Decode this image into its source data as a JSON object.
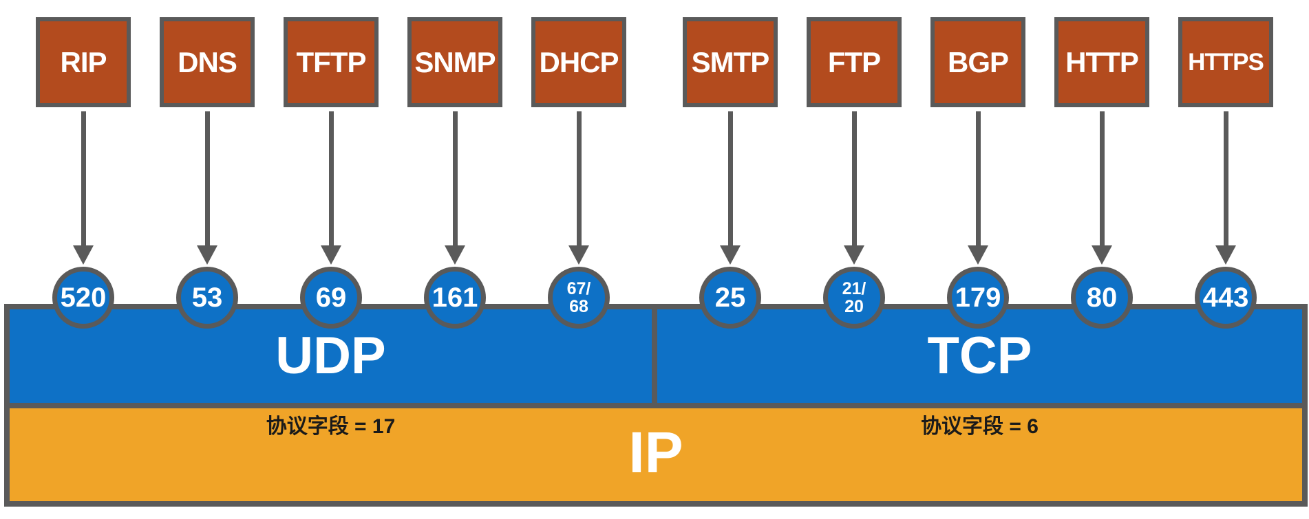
{
  "diagram": {
    "description": "Application protocols mapped to transport-layer ports over IP",
    "protocols": [
      {
        "name": "RIP",
        "port": "520"
      },
      {
        "name": "DNS",
        "port": "53"
      },
      {
        "name": "TFTP",
        "port": "69"
      },
      {
        "name": "SNMP",
        "port": "161"
      },
      {
        "name": "DHCP",
        "port": "67/\n68"
      },
      {
        "name": "SMTP",
        "port": "25"
      },
      {
        "name": "FTP",
        "port": "21/\n20"
      },
      {
        "name": "BGP",
        "port": "179"
      },
      {
        "name": "HTTP",
        "port": "80"
      },
      {
        "name": "HTTPS",
        "port": "443"
      }
    ],
    "transport": [
      {
        "label": "UDP",
        "protocol_field": "协议字段 = 17"
      },
      {
        "label": "TCP",
        "protocol_field": "协议字段 = 6"
      }
    ],
    "network": {
      "label": "IP"
    },
    "colors": {
      "protocol_box": "#B34B1E",
      "port_circle": "#0E71C6",
      "transport_bar": "#0E71C6",
      "ip_bar": "#F0A428",
      "outline": "#5A5A5A",
      "field_text": "#1A1A1A"
    }
  }
}
